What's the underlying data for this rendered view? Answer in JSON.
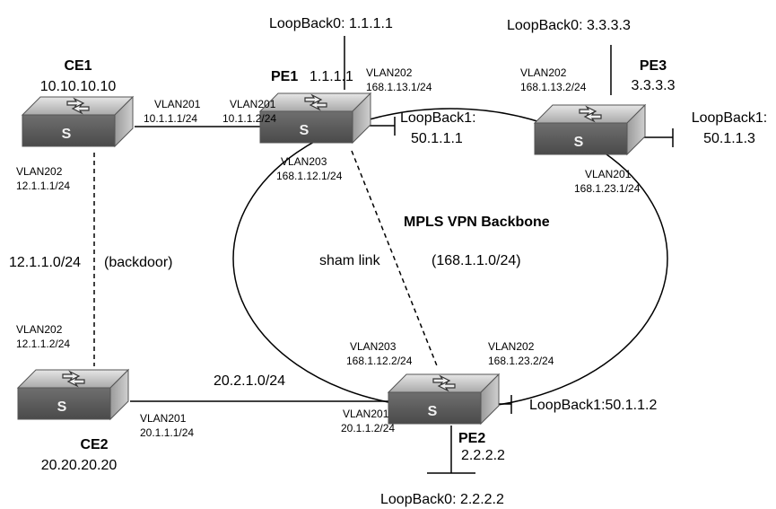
{
  "devices": {
    "ce1": {
      "name": "CE1",
      "id": "10.10.10.10"
    },
    "pe1": {
      "name": "PE1",
      "id": "1.1.1.1"
    },
    "pe3": {
      "name": "PE3",
      "id": "3.3.3.3"
    },
    "pe2": {
      "name": "PE2",
      "id": "2.2.2.2"
    },
    "ce2": {
      "name": "CE2",
      "id": "20.20.20.20"
    }
  },
  "switch_glyph": "S",
  "loopbacks": {
    "pe1_lb0": "LoopBack0: 1.1.1.1",
    "pe1_lb1_a": "LoopBack1:",
    "pe1_lb1_b": "50.1.1.1",
    "pe3_lb0": "LoopBack0: 3.3.3.3",
    "pe3_lb1_a": "LoopBack1:",
    "pe3_lb1_b": "50.1.1.3",
    "pe2_lb1": "LoopBack1:50.1.1.2",
    "pe2_lb0": "LoopBack0: 2.2.2.2"
  },
  "interfaces": {
    "ce1_vlan201": {
      "vlan": "VLAN201",
      "ip": "10.1.1.1/24"
    },
    "ce1_vlan202": {
      "vlan": "VLAN202",
      "ip": "12.1.1.1/24"
    },
    "pe1_vlan201": {
      "vlan": "VLAN201",
      "ip": "10.1.1.2/24"
    },
    "pe1_vlan202": {
      "vlan": "VLAN202",
      "ip": "168.1.13.1/24"
    },
    "pe1_vlan203": {
      "vlan": "VLAN203",
      "ip": "168.1.12.1/24"
    },
    "pe3_vlan202": {
      "vlan": "VLAN202",
      "ip": "168.1.13.2/24"
    },
    "pe3_vlan201": {
      "vlan": "VLAN201",
      "ip": "168.1.23.1/24"
    },
    "ce2_vlan202": {
      "vlan": "VLAN202",
      "ip": "12.1.1.2/24"
    },
    "ce2_vlan201": {
      "vlan": "VLAN201",
      "ip": "20.1.1.1/24"
    },
    "pe2_vlan203": {
      "vlan": "VLAN203",
      "ip": "168.1.12.2/24"
    },
    "pe2_vlan202": {
      "vlan": "VLAN202",
      "ip": "168.1.23.2/24"
    },
    "pe2_vlan201": {
      "vlan": "VLAN201",
      "ip": "20.1.1.2/24"
    }
  },
  "networks": {
    "backdoor_net": "12.1.1.0/24",
    "backdoor_label": "(backdoor)",
    "ce2_pe2_net": "20.2.1.0/24",
    "sham_link": "sham link",
    "backbone_title": "MPLS VPN Backbone",
    "backbone_net": "(168.1.1.0/24)"
  }
}
